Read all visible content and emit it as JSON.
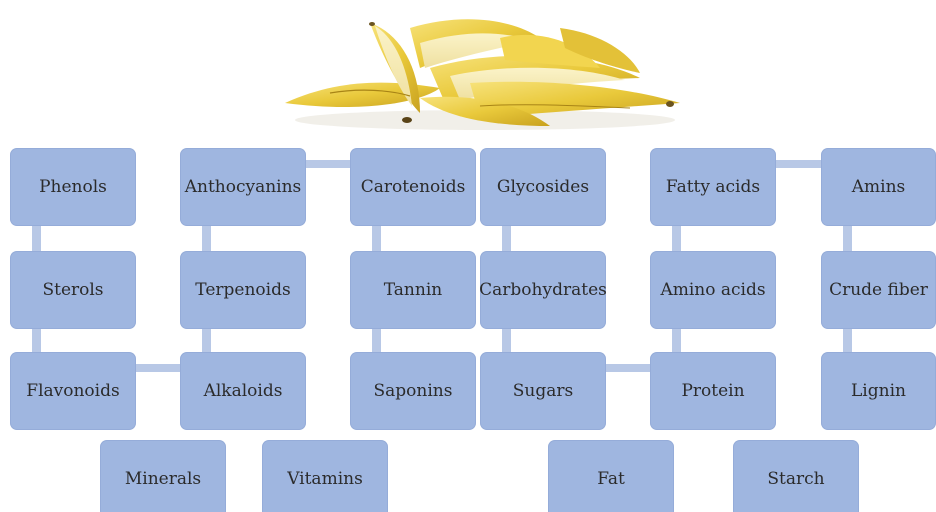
{
  "diagram": {
    "nodes": [
      {
        "id": "phenols",
        "label": "Phenols"
      },
      {
        "id": "anthocyanins",
        "label": "Anthocyanins"
      },
      {
        "id": "carotenoids",
        "label": "Carotenoids"
      },
      {
        "id": "glycosides",
        "label": "Glycosides"
      },
      {
        "id": "fatty-acids",
        "label": "Fatty acids"
      },
      {
        "id": "amins",
        "label": "Amins"
      },
      {
        "id": "sterols",
        "label": "Sterols"
      },
      {
        "id": "terpenoids",
        "label": "Terpenoids"
      },
      {
        "id": "tannin",
        "label": "Tannin"
      },
      {
        "id": "carbohydrates",
        "label": "Carbohydrates"
      },
      {
        "id": "amino-acids",
        "label": "Amino acids"
      },
      {
        "id": "crude-fiber",
        "label": "Crude fiber"
      },
      {
        "id": "flavonoids",
        "label": "Flavonoids"
      },
      {
        "id": "alkaloids",
        "label": "Alkaloids"
      },
      {
        "id": "saponins",
        "label": "Saponins"
      },
      {
        "id": "sugars",
        "label": "Sugars"
      },
      {
        "id": "protein",
        "label": "Protein"
      },
      {
        "id": "lignin",
        "label": "Lignin"
      },
      {
        "id": "minerals",
        "label": "Minerals"
      },
      {
        "id": "vitamins",
        "label": "Vitamins"
      },
      {
        "id": "fat",
        "label": "Fat"
      },
      {
        "id": "starch",
        "label": "Starch"
      }
    ],
    "links": [
      [
        "anthocyanins",
        "carotenoids"
      ],
      [
        "fatty-acids",
        "amins"
      ],
      [
        "phenols",
        "sterols"
      ],
      [
        "sterols",
        "flavonoids"
      ],
      [
        "anthocyanins",
        "terpenoids"
      ],
      [
        "terpenoids",
        "alkaloids"
      ],
      [
        "carotenoids",
        "tannin"
      ],
      [
        "tannin",
        "saponins"
      ],
      [
        "glycosides",
        "carbohydrates"
      ],
      [
        "carbohydrates",
        "sugars"
      ],
      [
        "fatty-acids",
        "amino-acids"
      ],
      [
        "amino-acids",
        "protein"
      ],
      [
        "amins",
        "crude-fiber"
      ],
      [
        "crude-fiber",
        "lignin"
      ],
      [
        "flavonoids",
        "alkaloids"
      ],
      [
        "sugars",
        "protein"
      ]
    ],
    "image": "banana-peel"
  }
}
